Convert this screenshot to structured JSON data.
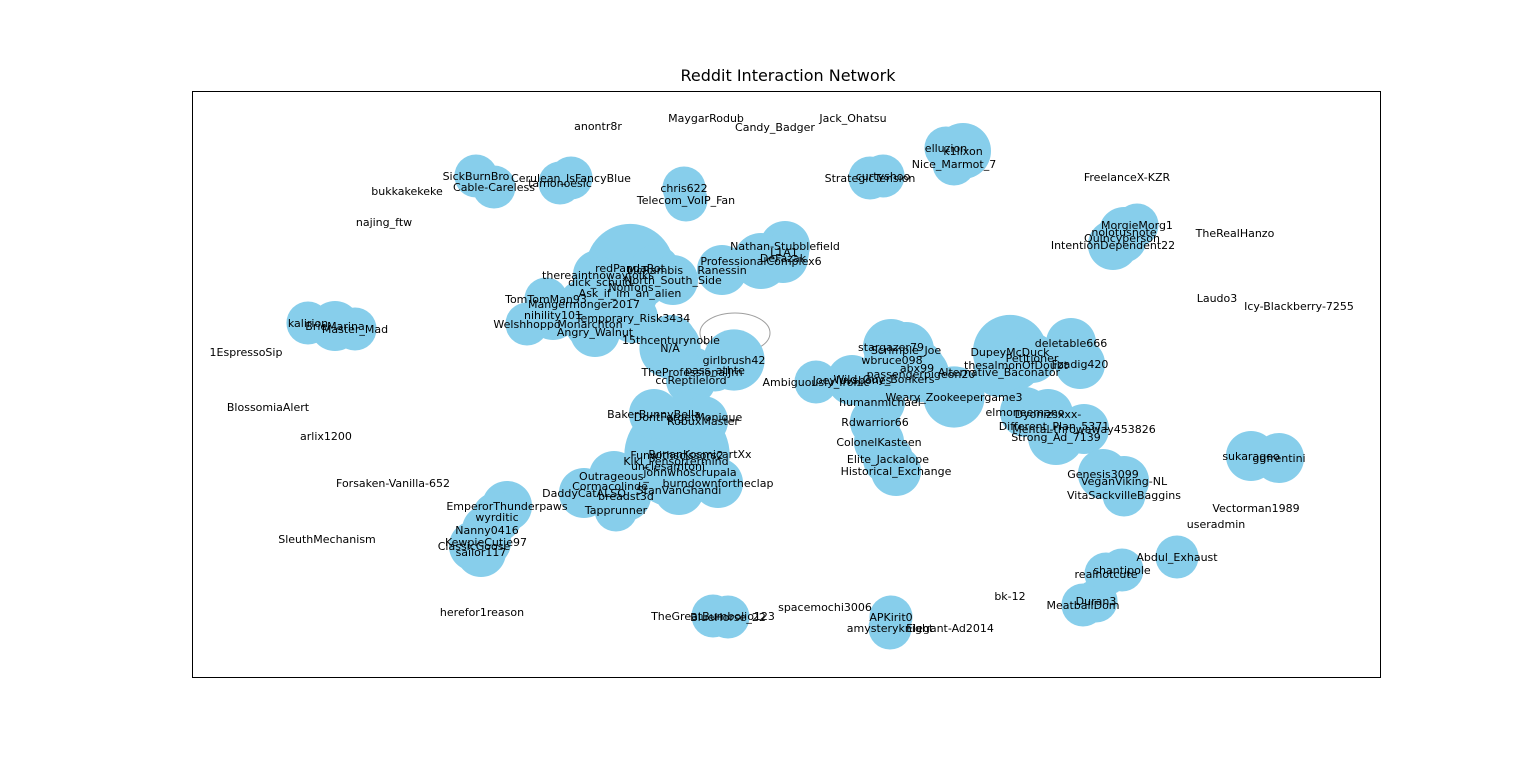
{
  "chart_data": {
    "type": "network",
    "title": "Reddit Interaction Network",
    "node_color": "#87CEEB",
    "edge_color": "#9e9e9e",
    "nodes": [
      {
        "label": "anontr8r",
        "size": 0
      },
      {
        "label": "MaygarRodub",
        "size": 0
      },
      {
        "label": "Candy_Badger",
        "size": 0
      },
      {
        "label": "Jack_Ohatsu",
        "size": 0
      },
      {
        "label": "elluzion",
        "size": 2
      },
      {
        "label": "k1llxon",
        "size": 4
      },
      {
        "label": "Nice_Marmot_7",
        "size": 2
      },
      {
        "label": "SickBurnBro",
        "size": 2
      },
      {
        "label": "Cable-Careless",
        "size": 2
      },
      {
        "label": "Cerulean_IsFancyBlue",
        "size": 2
      },
      {
        "label": "tamonoesic",
        "size": 2
      },
      {
        "label": "bukkakekeke",
        "size": 0
      },
      {
        "label": "chris622",
        "size": 2
      },
      {
        "label": "Telecom_VoIP_Fan",
        "size": 2
      },
      {
        "label": "StrategicTension",
        "size": 2
      },
      {
        "label": "curtyshoo",
        "size": 2
      },
      {
        "label": "FreelanceX-KZR",
        "size": 0
      },
      {
        "label": "najing_ftw",
        "size": 0
      },
      {
        "label": "MorgieMorg1",
        "size": 2
      },
      {
        "label": "nolotusnote",
        "size": 3
      },
      {
        "label": "Quincyperson",
        "size": 3
      },
      {
        "label": "IntentionDependent22",
        "size": 3
      },
      {
        "label": "TheRealHanzo",
        "size": 0
      },
      {
        "label": "redPandaRot",
        "size": 12
      },
      {
        "label": "Nathan-Stubblefield",
        "size": 3
      },
      {
        "label": "L1A1",
        "size": 3
      },
      {
        "label": "DeFazak",
        "size": 3
      },
      {
        "label": "ProfessionalComplex6",
        "size": 4
      },
      {
        "label": "Ranessin",
        "size": 3
      },
      {
        "label": "McRambis",
        "size": 3
      },
      {
        "label": "thereaintnowayfolks",
        "size": 3
      },
      {
        "label": "dick_schuid",
        "size": 3
      },
      {
        "label": "North_South_Side",
        "size": 3
      },
      {
        "label": "Nonfons",
        "size": 3
      },
      {
        "label": "Ask_if_im_an_alien",
        "size": 4
      },
      {
        "label": "TomTomMan93",
        "size": 2
      },
      {
        "label": "Mangermonger2017",
        "size": 3
      },
      {
        "label": "Laudo3",
        "size": 0
      },
      {
        "label": "Icy-Blackberry-7255",
        "size": 0
      },
      {
        "label": "kalirion",
        "size": 2
      },
      {
        "label": "BrieMarina",
        "size": 3
      },
      {
        "label": "Master_Mad",
        "size": 2
      },
      {
        "label": "nihility101",
        "size": 3
      },
      {
        "label": "Temporary_Risk3434",
        "size": 3
      },
      {
        "label": "Welshhoppo",
        "size": 2
      },
      {
        "label": "Monarchton",
        "size": 3
      },
      {
        "label": "Angry_Walnut",
        "size": 3
      },
      {
        "label": "15thcenturynoble",
        "size": 3
      },
      {
        "label": "N/A",
        "size": 5
      },
      {
        "label": "1EspressoSip",
        "size": 0
      },
      {
        "label": "girlbrush42",
        "size": 5
      },
      {
        "label": "pass_athte",
        "size": 2
      },
      {
        "label": "TheProfessionalJrn",
        "size": 3
      },
      {
        "label": "ccReptilelord",
        "size": 3
      },
      {
        "label": "stargazer79",
        "size": 4
      },
      {
        "label": "Scrimple_Joe",
        "size": 4
      },
      {
        "label": "wbruce098",
        "size": 4
      },
      {
        "label": "abx99",
        "size": 4
      },
      {
        "label": "Ambiguously_Ironic",
        "size": 2
      },
      {
        "label": "Joeyluvsbones",
        "size": 3
      },
      {
        "label": "passengerpigeon20",
        "size": 4
      },
      {
        "label": "Wild_Guy_Bonkers",
        "size": 3
      },
      {
        "label": "humanmichael",
        "size": 3
      },
      {
        "label": "Rdwarrior66",
        "size": 3
      },
      {
        "label": "DupeyMcDuck",
        "size": 8
      },
      {
        "label": "Petitioner",
        "size": 3
      },
      {
        "label": "deletable666",
        "size": 3
      },
      {
        "label": "thesalmonOfDoubt",
        "size": 3
      },
      {
        "label": "Fzadig420",
        "size": 3
      },
      {
        "label": "Alternative_Baconator",
        "size": 3
      },
      {
        "label": "Weary_Zookeepergame3",
        "size": 5
      },
      {
        "label": "elmoneemano",
        "size": 3
      },
      {
        "label": "Dyonizsxxx-",
        "size": 3
      },
      {
        "label": "Different_Plan_5371",
        "size": 3
      },
      {
        "label": "Strong_Ad_7139",
        "size": 4
      },
      {
        "label": "Mental-throwaway453826",
        "size": 3
      },
      {
        "label": "BlossomiaAlert",
        "size": 0
      },
      {
        "label": "arlix1200",
        "size": 0
      },
      {
        "label": "BakerBunnyBella",
        "size": 3
      },
      {
        "label": "DontForgetMonique",
        "size": 3
      },
      {
        "label": "RobuxMaster",
        "size": 3
      },
      {
        "label": "ColonelKasteen",
        "size": 3
      },
      {
        "label": "Elite_Jackalope",
        "size": 3
      },
      {
        "label": "Historical_Exchange",
        "size": 3
      },
      {
        "label": "Funwithscissors2",
        "size": 18
      },
      {
        "label": "RonanKosmicartXx",
        "size": 4
      },
      {
        "label": "Kiki_Pensortermind",
        "size": 4
      },
      {
        "label": "unclesamtoni",
        "size": 3
      },
      {
        "label": "johnwhoscrupala",
        "size": 3
      },
      {
        "label": "Genesis3099",
        "size": 3
      },
      {
        "label": "VeganViking-NL",
        "size": 3
      },
      {
        "label": "sukarageo",
        "size": 3
      },
      {
        "label": "ggfrentini",
        "size": 3
      },
      {
        "label": "Forsaken-Vanilla-652",
        "size": 0
      },
      {
        "label": "Outrageous_",
        "size": 3
      },
      {
        "label": "Cormacolinde",
        "size": 3
      },
      {
        "label": "burndownfortheclap",
        "size": 3
      },
      {
        "label": "DaddyCatALSO",
        "size": 3
      },
      {
        "label": "breadst3d",
        "size": 3
      },
      {
        "label": "StanVanGhandi",
        "size": 3
      },
      {
        "label": "VitaSackvilleBaggins",
        "size": 2
      },
      {
        "label": "Vectorman1989",
        "size": 0
      },
      {
        "label": "EmperorThunderpaws",
        "size": 3
      },
      {
        "label": "Tapprunner",
        "size": 2
      },
      {
        "label": "wyrditic",
        "size": 3
      },
      {
        "label": "useradmin",
        "size": 0
      },
      {
        "label": "Nanny0416",
        "size": 3
      },
      {
        "label": "KewpieCutie97",
        "size": 3
      },
      {
        "label": "ClassicGoose",
        "size": 3
      },
      {
        "label": "sailor117",
        "size": 3
      },
      {
        "label": "SleuthMechanism",
        "size": 0
      },
      {
        "label": "Abdul_Exhaust",
        "size": 2
      },
      {
        "label": "shantipole",
        "size": 2
      },
      {
        "label": "realnotcute",
        "size": 2
      },
      {
        "label": "bk-12",
        "size": 0
      },
      {
        "label": "Duran3",
        "size": 2
      },
      {
        "label": "MeatballDom",
        "size": 2
      },
      {
        "label": "spacemochi3006",
        "size": 0
      },
      {
        "label": "herefor1reason",
        "size": 0
      },
      {
        "label": "TheGreatBumbolio123",
        "size": 2
      },
      {
        "label": "BlueHorse_22",
        "size": 2
      },
      {
        "label": "APKirit0",
        "size": 2
      },
      {
        "label": "amysteryknight",
        "size": 2
      },
      {
        "label": "Elegant-Ad2014",
        "size": 0
      }
    ]
  }
}
